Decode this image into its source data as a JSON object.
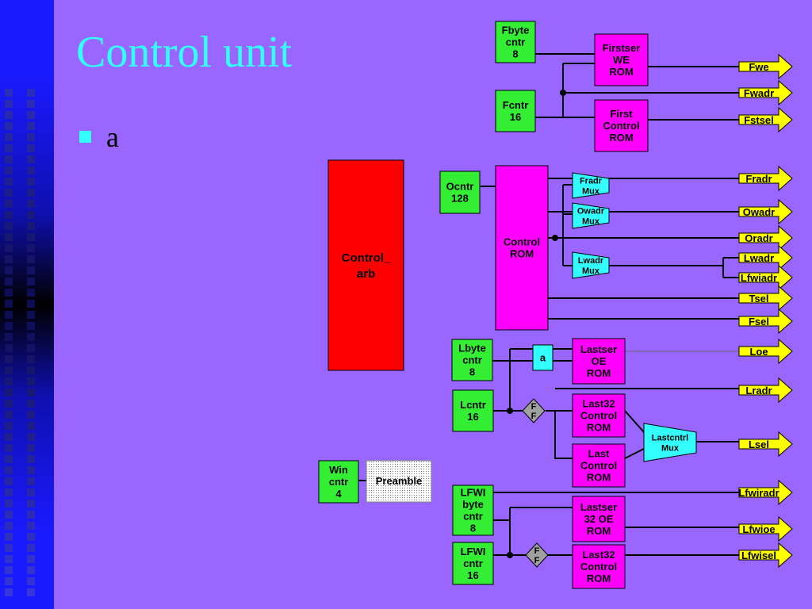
{
  "slide": {
    "title": "Control unit",
    "bullet": "a"
  },
  "colors": {
    "background": "#9966ff",
    "title": "#33ffff",
    "counter": "#33ee33",
    "rom": "#ff00ff",
    "mux": "#33ffff",
    "output_arrow": "#ffff00",
    "arbiter": "#ff0000",
    "flipflop": "#a0a0a0"
  },
  "diagram": {
    "counters": {
      "fbyte": [
        "Fbyte",
        "cntr",
        "8"
      ],
      "fcntr": [
        "Fcntr",
        "16"
      ],
      "ocntr": [
        "Ocntr",
        "128"
      ],
      "lbyte": [
        "Lbyte",
        "cntr",
        "8"
      ],
      "lcntr": [
        "Lcntr",
        "16"
      ],
      "win": [
        "Win",
        "cntr",
        "4"
      ],
      "lfwi_byte": [
        "LFWI",
        "byte",
        "cntr",
        "8"
      ],
      "lfwi_cntr": [
        "LFWI",
        "cntr",
        "16"
      ]
    },
    "roms": {
      "firstser_we": [
        "Firstser",
        "WE",
        "ROM"
      ],
      "first_control": [
        "First",
        "Control",
        "ROM"
      ],
      "control": [
        "Control",
        "ROM"
      ],
      "lastser_oe": [
        "Lastser",
        "OE",
        "ROM"
      ],
      "last32_control": [
        "Last32",
        "Control",
        "ROM"
      ],
      "last_control": [
        "Last",
        "Control",
        "ROM"
      ],
      "lastser32_oe": [
        "Lastser",
        "32 OE",
        "ROM"
      ],
      "last32_control_2": [
        "Last32",
        "Control",
        "ROM"
      ]
    },
    "muxes": {
      "fradr": [
        "Fradr",
        "Mux"
      ],
      "owadr": [
        "Owadr",
        "Mux"
      ],
      "lwadr": [
        "Lwadr",
        "Mux"
      ],
      "lastcntrl": [
        "Lastcntrl",
        "Mux"
      ]
    },
    "arbiter": [
      "Control_",
      "arb"
    ],
    "small_block": "a",
    "preamble": "Preamble",
    "flipflop": [
      "F",
      "F"
    ],
    "outputs": {
      "fwe": "Fwe",
      "fwadr": "Fwadr",
      "fstsel": "Fstsel",
      "fradr": "Fradr",
      "owadr": "Owadr",
      "oradr": "Oradr",
      "lwadr": "Lwadr",
      "lfwiadr": "Lfwiadr",
      "tsel": "Tsel",
      "fsel": "Fsel",
      "loe": "Loe",
      "lradr": "Lradr",
      "lsel": "Lsel",
      "lfwiradr": "Lfwiradr",
      "lfwioe": "Lfwioe",
      "lfwisel": "Lfwisel"
    }
  }
}
